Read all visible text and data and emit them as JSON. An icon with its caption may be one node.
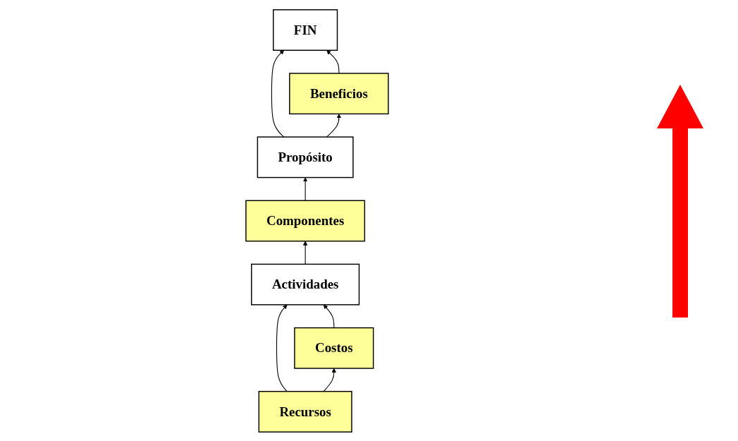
{
  "diagram": {
    "nodes": [
      {
        "text": [
          "FIN"
        ]
      },
      {
        "text": [
          "Beneficios"
        ]
      },
      {
        "text": [
          "Propósito"
        ]
      },
      {
        "text": [
          "Componentes"
        ]
      },
      {
        "text": [
          "Actividades"
        ]
      },
      {
        "text": [
          "Recursos"
        ]
      },
      {
        "text": [
          "Costos"
        ]
      }
    ],
    "edges": [
      {
        "from": 2,
        "to": 0,
        "arrow": "to"
      },
      {
        "from": 3,
        "to": 2,
        "arrow": "to"
      },
      {
        "from": 4,
        "to": 3,
        "arrow": "to"
      },
      {
        "from": 5,
        "to": 4,
        "arrow": "to"
      },
      {
        "from": 2,
        "to": 1,
        "arrow": "to"
      },
      {
        "from": 1,
        "to": 0,
        "arrow": "to"
      },
      {
        "from": 5,
        "to": 6,
        "arrow": "to"
      },
      {
        "from": 6,
        "to": 4,
        "arrow": "to"
      }
    ]
  }
}
